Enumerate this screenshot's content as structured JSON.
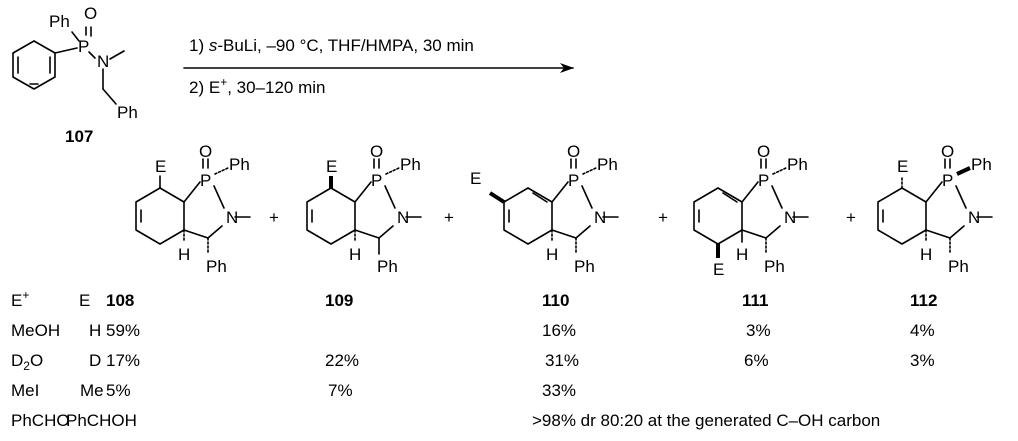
{
  "reagent": {
    "number": "107",
    "labels": {
      "ph": "Ph",
      "p": "P",
      "o": "O",
      "n": "N"
    }
  },
  "conditions": {
    "step1_prefix": "1) ",
    "step1_base": "s",
    "step1_rest": "-BuLi, –90 °C, THF/HMPA, 30 min",
    "step2_prefix": "2) E",
    "step2_sup": "+",
    "step2_rest": ", 30–120 min"
  },
  "products": [
    {
      "number": "108"
    },
    {
      "number": "109"
    },
    {
      "number": "110"
    },
    {
      "number": "111"
    },
    {
      "number": "112"
    }
  ],
  "atom_labels": {
    "e": "E",
    "o": "O",
    "p": "P",
    "n": "N",
    "h": "H",
    "ph": "Ph"
  },
  "plus": "+",
  "table": {
    "head_electrophile": "E",
    "head_electrophile_sup": "+",
    "head_e": "E",
    "rows": [
      {
        "electrophile": "MeOH",
        "e": "H",
        "p108": "59%",
        "p109": "",
        "p110": "16%",
        "p111": "3%",
        "p112": "4%"
      },
      {
        "electrophile_main": "D",
        "electrophile_sub": "2",
        "electrophile_tail": "O",
        "e": "D",
        "p108": "17%",
        "p109": "22%",
        "p110": "31%",
        "p111": "6%",
        "p112": "3%"
      },
      {
        "electrophile": "MeI",
        "e": "Me",
        "p108": "5%",
        "p109": "7%",
        "p110": "33%",
        "p111": "",
        "p112": ""
      },
      {
        "electrophile": "PhCHO",
        "e": "PhCHOH",
        "note": ">98% dr 80:20 at the generated C–OH carbon"
      }
    ]
  }
}
